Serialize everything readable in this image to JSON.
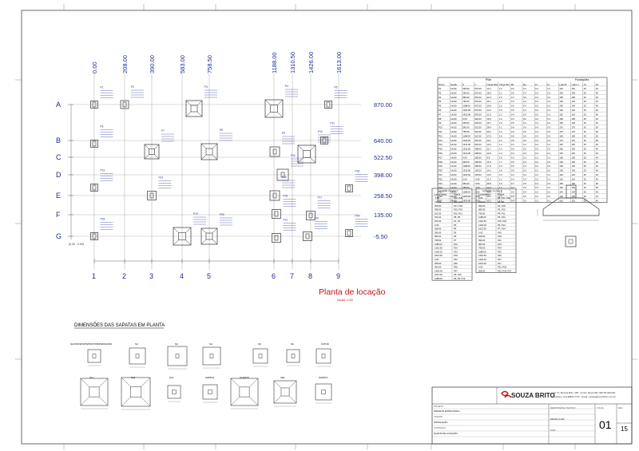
{
  "plan": {
    "x_axes": [
      {
        "n": "1",
        "coord": "0.00"
      },
      {
        "n": "2",
        "coord": "208.00"
      },
      {
        "n": "3",
        "coord": "390.00"
      },
      {
        "n": "4",
        "coord": "583.00"
      },
      {
        "n": "5",
        "coord": "758.50"
      },
      {
        "n": "6",
        "coord": "1188.00"
      },
      {
        "n": "7",
        "coord": "1310.50"
      },
      {
        "n": "8",
        "coord": "1426.00"
      },
      {
        "n": "9",
        "coord": "1613.00"
      }
    ],
    "y_axes": [
      {
        "n": "A",
        "coord": "870.00"
      },
      {
        "n": "B",
        "coord": "640.00"
      },
      {
        "n": "C",
        "coord": "522.50"
      },
      {
        "n": "D",
        "coord": "398.00"
      },
      {
        "n": "E",
        "coord": "258.50"
      },
      {
        "n": "F",
        "coord": "135.00"
      },
      {
        "n": "G",
        "coord": "-5.50"
      }
    ],
    "title": "Planta de locação",
    "scale": "escala 1:100",
    "footings": [
      "P1",
      "P2",
      "P3",
      "P4",
      "P5",
      "P6",
      "P7",
      "P8",
      "P9",
      "P10",
      "P11",
      "P12",
      "P13",
      "P14",
      "P15",
      "P16",
      "P17",
      "P18",
      "P19",
      "P20",
      "P21",
      "P22",
      "P23",
      "P24",
      "P25",
      "P26",
      "P27"
    ]
  },
  "table": {
    "header_group": "Pilar",
    "header_group2": "Fundações",
    "columns": [
      "Nome",
      "Seção",
      "X",
      "Y",
      "Carga Máx",
      "Carga Mín",
      "Mx",
      "My",
      "Fx",
      "Fy",
      "Lado B",
      "Lado H",
      "h1",
      "h2"
    ],
    "rows": [
      [
        "P1",
        "14x30",
        "208.00",
        "870.00",
        "12.4",
        "1.2",
        "0.5",
        "0.3",
        "0.2",
        "0.1",
        "115",
        "115",
        "25",
        "40"
      ],
      [
        "P2",
        "14x30",
        "390.00",
        "870.00",
        "18.6",
        "2.1",
        "0.6",
        "0.4",
        "0.3",
        "0.2",
        "140",
        "140",
        "25",
        "40"
      ],
      [
        "P3",
        "14x30",
        "583.00",
        "870.00",
        "22.3",
        "2.5",
        "0.7",
        "0.5",
        "0.3",
        "0.2",
        "150",
        "150",
        "25",
        "40"
      ],
      [
        "P4",
        "14x30",
        "758.50",
        "870.00",
        "20.1",
        "2.3",
        "0.6",
        "0.4",
        "0.3",
        "0.2",
        "145",
        "145",
        "25",
        "40"
      ],
      [
        "P5",
        "14x30",
        "1188.00",
        "870.00",
        "19.8",
        "2.2",
        "0.6",
        "0.4",
        "0.3",
        "0.2",
        "145",
        "145",
        "25",
        "40"
      ],
      [
        "P6",
        "14x30",
        "1426.00",
        "870.00",
        "14.2",
        "1.6",
        "0.5",
        "0.3",
        "0.2",
        "0.1",
        "120",
        "120",
        "25",
        "40"
      ],
      [
        "P7",
        "14x30",
        "1613.00",
        "870.00",
        "11.9",
        "1.1",
        "0.4",
        "0.3",
        "0.2",
        "0.1",
        "110",
        "110",
        "25",
        "40"
      ],
      [
        "P8",
        "14x30",
        "0.00",
        "640.00",
        "10.5",
        "1.0",
        "0.4",
        "0.2",
        "0.2",
        "0.1",
        "105",
        "105",
        "25",
        "40"
      ],
      [
        "P9",
        "14x30",
        "208.00",
        "640.00",
        "16.7",
        "1.9",
        "0.5",
        "0.4",
        "0.2",
        "0.2",
        "135",
        "135",
        "25",
        "40"
      ],
      [
        "P10",
        "14x30",
        "583.00",
        "522.50",
        "28.4",
        "3.1",
        "0.8",
        "0.6",
        "0.4",
        "0.3",
        "170",
        "170",
        "30",
        "50"
      ],
      [
        "P11",
        "14x30",
        "758.50",
        "522.50",
        "30.2",
        "3.4",
        "0.9",
        "0.6",
        "0.4",
        "0.3",
        "175",
        "175",
        "30",
        "50"
      ],
      [
        "P12",
        "14x30",
        "1188.00",
        "522.50",
        "27.6",
        "3.0",
        "0.8",
        "0.5",
        "0.4",
        "0.3",
        "165",
        "165",
        "30",
        "50"
      ],
      [
        "P13",
        "14x30",
        "1426.00",
        "522.50",
        "29.1",
        "3.2",
        "0.8",
        "0.6",
        "0.4",
        "0.3",
        "170",
        "170",
        "30",
        "50"
      ],
      [
        "P14",
        "14x30",
        "1613.00",
        "640.00",
        "13.3",
        "1.4",
        "0.4",
        "0.3",
        "0.2",
        "0.1",
        "115",
        "115",
        "25",
        "40"
      ],
      [
        "P15",
        "14x30",
        "1310.50",
        "398.00",
        "21.7",
        "2.4",
        "0.6",
        "0.5",
        "0.3",
        "0.2",
        "150",
        "150",
        "25",
        "40"
      ],
      [
        "P16",
        "14x30",
        "1613.00",
        "398.00",
        "12.8",
        "1.3",
        "0.4",
        "0.3",
        "0.2",
        "0.1",
        "115",
        "115",
        "25",
        "40"
      ],
      [
        "P17",
        "14x30",
        "0.00",
        "258.50",
        "9.8",
        "0.9",
        "0.3",
        "0.2",
        "0.1",
        "0.1",
        "100",
        "100",
        "25",
        "40"
      ],
      [
        "P18",
        "14x30",
        "390.00",
        "258.50",
        "15.4",
        "1.7",
        "0.5",
        "0.3",
        "0.2",
        "0.2",
        "130",
        "130",
        "25",
        "40"
      ],
      [
        "P19",
        "14x30",
        "1188.00",
        "258.50",
        "17.9",
        "2.0",
        "0.5",
        "0.4",
        "0.2",
        "0.2",
        "135",
        "135",
        "25",
        "40"
      ],
      [
        "P20",
        "14x30",
        "1310.50",
        "135.00",
        "16.1",
        "1.8",
        "0.5",
        "0.3",
        "0.2",
        "0.2",
        "130",
        "130",
        "25",
        "40"
      ],
      [
        "P21",
        "14x30",
        "1426.00",
        "135.00",
        "14.6",
        "1.6",
        "0.4",
        "0.3",
        "0.2",
        "0.1",
        "120",
        "120",
        "25",
        "40"
      ],
      [
        "P22",
        "14x30",
        "0.00",
        "-5.50",
        "11.2",
        "1.1",
        "0.4",
        "0.3",
        "0.2",
        "0.1",
        "110",
        "110",
        "25",
        "40"
      ],
      [
        "P23",
        "14x30",
        "583.00",
        "-5.50",
        "26.8",
        "2.9",
        "0.7",
        "0.5",
        "0.3",
        "0.3",
        "165",
        "165",
        "30",
        "50"
      ],
      [
        "P24",
        "14x30",
        "758.50",
        "-5.50",
        "24.5",
        "2.7",
        "0.7",
        "0.5",
        "0.3",
        "0.2",
        "160",
        "160",
        "30",
        "50"
      ],
      [
        "P25",
        "14x30",
        "1188.00",
        "-5.50",
        "18.3",
        "2.0",
        "0.5",
        "0.4",
        "0.2",
        "0.2",
        "140",
        "140",
        "25",
        "40"
      ],
      [
        "P26",
        "14x30",
        "1426.00",
        "-5.50",
        "15.7",
        "1.7",
        "0.5",
        "0.3",
        "0.2",
        "0.2",
        "130",
        "130",
        "25",
        "40"
      ],
      [
        "P27",
        "14x30",
        "1613.00",
        "-5.50",
        "12.1",
        "1.2",
        "0.4",
        "0.3",
        "0.2",
        "0.1",
        "115",
        "115",
        "25",
        "40"
      ]
    ]
  },
  "small_tables": [
    {
      "title": "Locação no eixo Y",
      "col1": "Coordenadas",
      "col2": "Pilares",
      "rows": [
        [
          "-5.50",
          "P22, P23"
        ],
        [
          "135.00",
          "P20, P21"
        ],
        [
          "258.50",
          "P17, P18"
        ],
        [
          "398.00",
          "P15, P16"
        ],
        [
          "522.50",
          "P10, P11"
        ],
        [
          "640.00",
          "P8, P9"
        ],
        [
          "870.00",
          "P1, P2"
        ],
        [
          "0.00",
          "P3"
        ],
        [
          "208.00",
          "P4"
        ],
        [
          "390.00",
          "P5"
        ],
        [
          "583.00",
          "P6"
        ],
        [
          "758.50",
          "P7"
        ],
        [
          "1188.00",
          "P12"
        ],
        [
          "1310.50",
          "P13"
        ],
        [
          "1426.00",
          "P14"
        ],
        [
          "1613.00",
          "P19"
        ],
        [
          "0.00",
          "P24"
        ],
        [
          "208.00",
          "P25"
        ],
        [
          "390.00",
          "P26"
        ],
        [
          "1426.00",
          "P27"
        ],
        [
          "1613.00",
          "P9, P16"
        ],
        [
          "1188.00",
          "P5, P6, P12"
        ]
      ]
    },
    {
      "title": "Locação no eixo X",
      "col1": "Coordenadas",
      "col2": "Pilares",
      "rows": [
        [
          "0.00",
          "P8, P17, P22"
        ],
        [
          "208.00",
          "P1, P9"
        ],
        [
          "390.00",
          "P2, P18"
        ],
        [
          "583.00",
          "P3, P10"
        ],
        [
          "758.50",
          "P4, P11"
        ],
        [
          "1188.00",
          "P5, P12"
        ],
        [
          "1310.50",
          "P15, P20"
        ],
        [
          "1426.00",
          "P6, P13"
        ],
        [
          "1613.00",
          "P7, P14"
        ],
        [
          "0.00",
          "P16"
        ],
        [
          "208.00",
          "P19"
        ],
        [
          "390.00",
          "P21"
        ],
        [
          "583.00",
          "P23"
        ],
        [
          "758.50",
          "P24"
        ],
        [
          "1188.00",
          "P25"
        ],
        [
          "1310.50",
          "P26"
        ],
        [
          "1426.00",
          "P27"
        ],
        [
          "1613.00",
          "P17"
        ],
        [
          "0.00",
          "P21, P23"
        ],
        [
          "208.00",
          "P22, P24, P27"
        ]
      ]
    }
  ],
  "dimensions": {
    "title": "DIMENSÕES DAS SAPATAS EM PLANTA",
    "row1": [
      "S1/P2/P3/P4/P5/P6/P7/P8/P9/P20/P26",
      "S2",
      "S3",
      "S4",
      "S5",
      "S6",
      "S7/P16"
    ],
    "row2": [
      "S11",
      "S12",
      "S13",
      "S20/P21",
      "S14/P25",
      "S26",
      "S23/P27"
    ]
  },
  "titleblock": {
    "company": "SOUZA BRITO",
    "address": "Av. Sr. Moreira Brito, 258 - Centro, Bauru/SP, CEP 80.000-000",
    "contact": "Telefone: (11) 98800-7744 · Email: contato@souzabrito.com.br",
    "project_label": "PROJETO",
    "project": "PROJETO ESTRUTURAL",
    "client_label": "CLIENTE",
    "client": "INSTALAÇÃO",
    "content_label": "CONTEÚDO",
    "content": "PLANTA DE LOCAÇÃO",
    "sheet_no": "01",
    "total": "15",
    "sheet_label": "FOLHA",
    "resp": "RESPONSÁVEL TÉCNICO",
    "scale": "ESCALA 1:100",
    "date": "DATA",
    "rev": "REV."
  }
}
